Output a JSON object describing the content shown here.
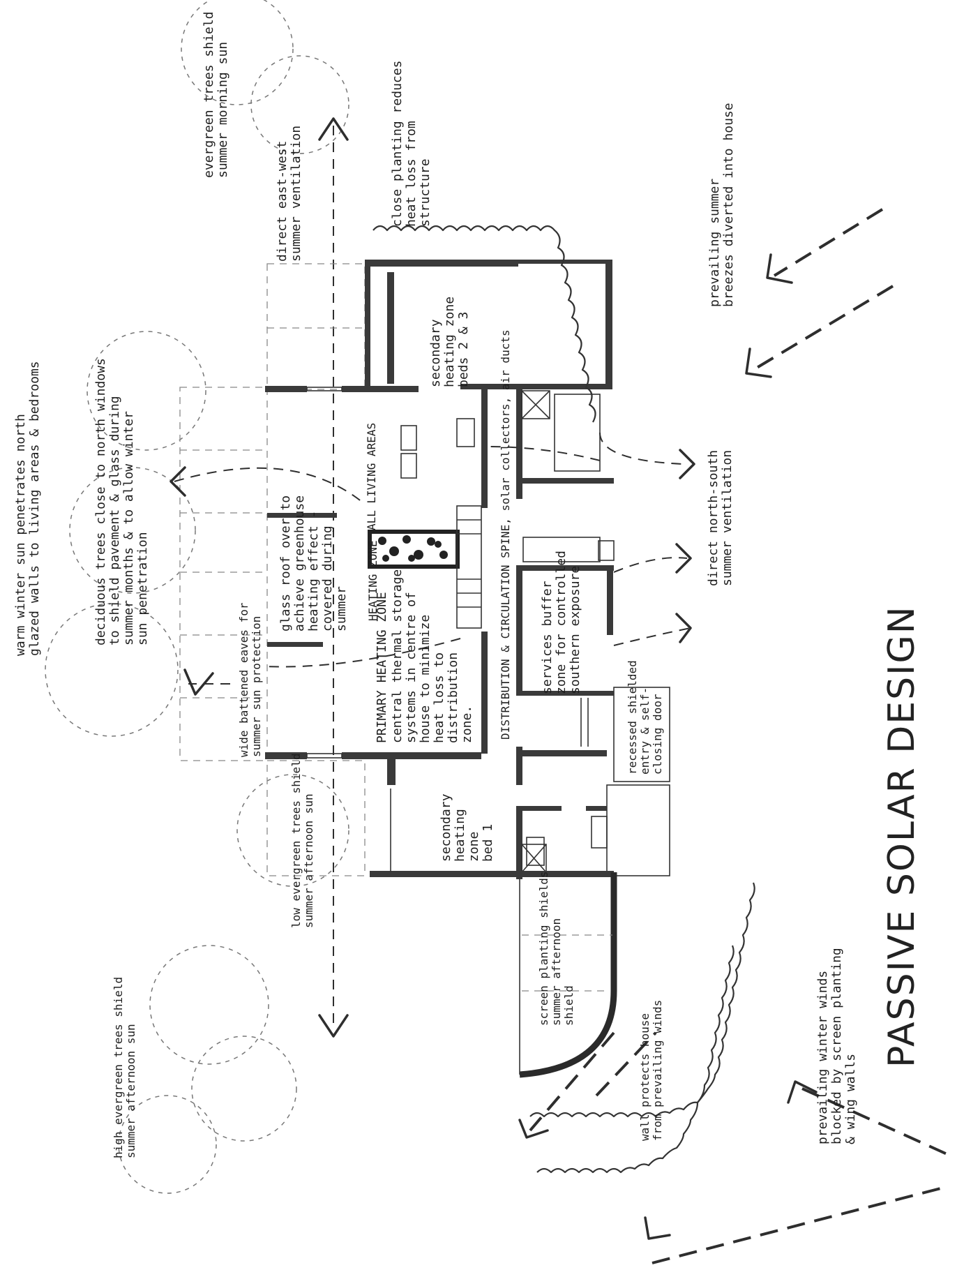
{
  "title": "PASSIVE SOLAR DESIGN",
  "notes": {
    "evergreen_morning": [
      "evergreen trees shield",
      "summer morning sun"
    ],
    "ventilation_ew": [
      "direct east-west",
      "summer ventilation"
    ],
    "close_planting": [
      "close planting reduces",
      "heat loss from",
      "structure"
    ],
    "breezes": [
      "prevailing summer",
      "breezes diverted into house"
    ],
    "secondary_beds23": [
      "secondary",
      "heating zone",
      "beds 2 & 3"
    ],
    "living": "ALL LIVING AREAS",
    "warm_winter": [
      "warm winter sun penetrates north",
      "glazed walls to living areas & bedrooms"
    ],
    "deciduous": [
      "deciduous trees close to north windows",
      "to shield pavement & glass during",
      "summer months & to allow winter",
      "sun penetration"
    ],
    "glass_roof": [
      "glass roof over to",
      "achieve greenhouse",
      "heating effect -",
      "covered during",
      "summer"
    ],
    "heating_zone_label": "HEATING ZONE",
    "primary": [
      "PRIMARY HEATING ZONE",
      "central thermal storage",
      "systems in centre of",
      "house to minimize",
      "heat loss to",
      "distribution",
      "zone."
    ],
    "distribution": "DISTRIBUTION & CIRCULATION SPINE, solar collectors, air ducts",
    "services": [
      "services buffer",
      "zone for controlled",
      "southern exposure"
    ],
    "ventilation_ns": [
      "direct north-south",
      "summer ventilation"
    ],
    "wide_eaves": [
      "wide battened eaves for",
      "summer sun protection"
    ],
    "recessed": [
      "recessed shielded",
      "entry & self-",
      "closing door"
    ],
    "secondary_bed1": [
      "secondary",
      "heating",
      "zone",
      "bed 1"
    ],
    "low_evergreen": [
      "low evergreen trees shield",
      "summer afternoon sun"
    ],
    "screen_planting": [
      "screen planting shields",
      "summer afternoon",
      "shield"
    ],
    "wall_protects": [
      "wall protects house",
      "from prevailing winds"
    ],
    "high_evergreen": [
      "high evergreen trees shield",
      "summer afternoon sun"
    ],
    "winter_winds": [
      "prevailing winter winds",
      "blocked by screen planting",
      "& wing walls"
    ]
  }
}
